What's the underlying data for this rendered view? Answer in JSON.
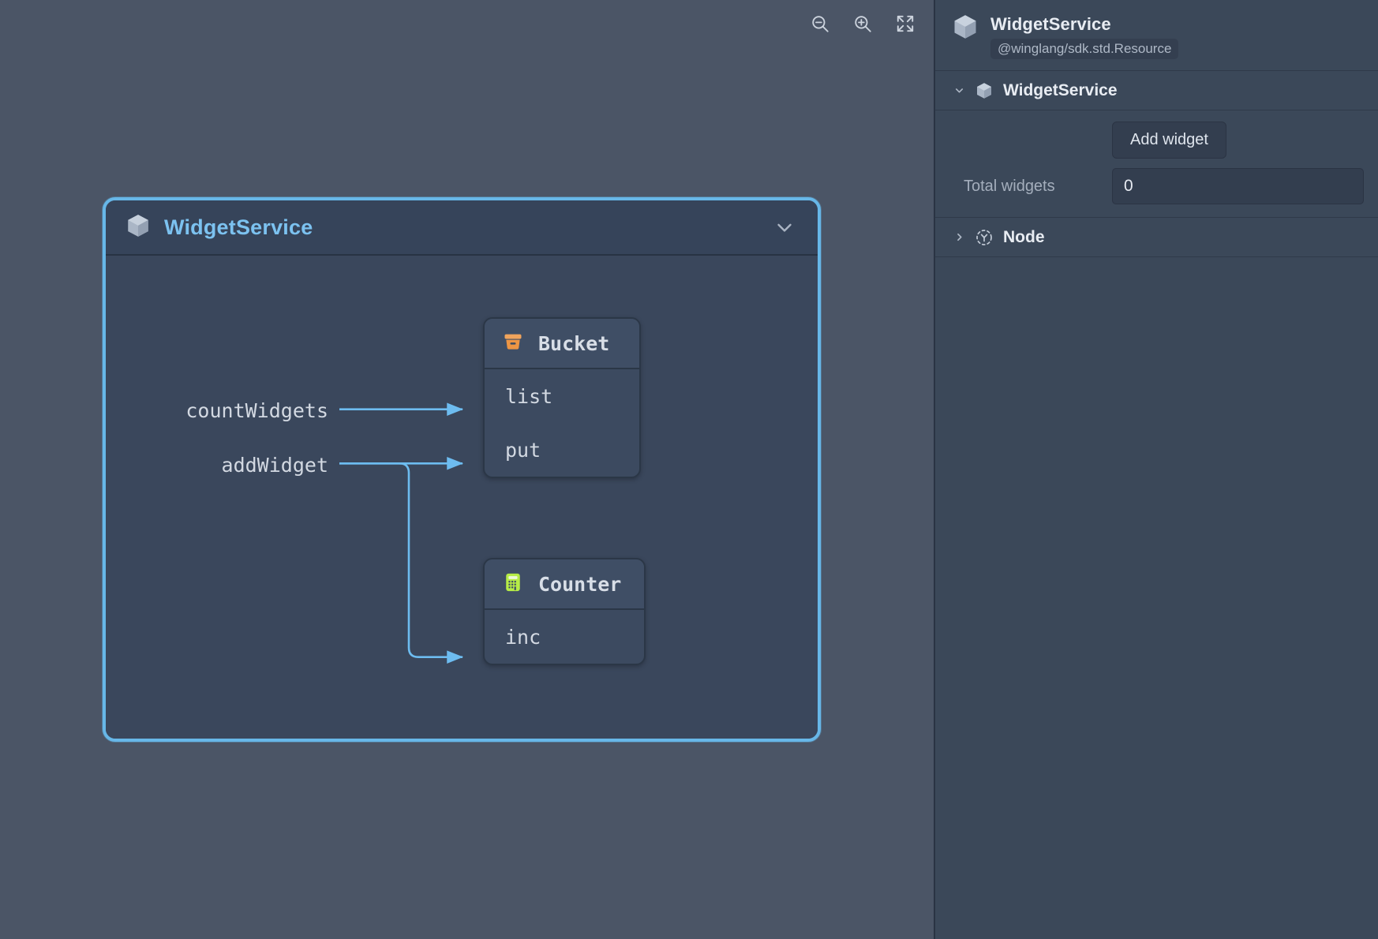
{
  "canvas": {
    "toolbar": [
      {
        "name": "zoom-out-icon",
        "label": "Zoom out"
      },
      {
        "name": "zoom-in-icon",
        "label": "Zoom in"
      },
      {
        "name": "fit-to-screen-icon",
        "label": "Fit to screen"
      }
    ],
    "background_color": "#4b5566",
    "node": {
      "title": "WidgetService",
      "title_color": "#7cc2f0",
      "icon": "cube-icon",
      "selected_border_color": "#67b7e8",
      "collapse_icon": "chevron-down-icon",
      "children": [
        {
          "title": "Bucket",
          "icon": "bucket-icon",
          "icon_color": "#f29d52",
          "rows": [
            "list",
            "put"
          ]
        },
        {
          "title": "Counter",
          "icon": "calculator-icon",
          "icon_color": "#b6ec46",
          "rows": [
            "inc"
          ]
        }
      ],
      "edge_labels": [
        "countWidgets",
        "addWidget"
      ],
      "edge_color": "#6dbcf0"
    }
  },
  "sidebar": {
    "header": {
      "icon": "cube-icon",
      "title": "WidgetService",
      "subtitle": "@winglang/sdk.std.Resource"
    },
    "tree": [
      {
        "label": "WidgetService",
        "icon": "cube-icon",
        "caret": "chevron-down-icon",
        "expanded": true
      },
      {
        "label": "Node",
        "icon": "node-icon",
        "caret": "chevron-right-icon",
        "expanded": false
      }
    ],
    "inspector": {
      "add_widget_label": "Add widget",
      "total_widgets_label": "Total widgets",
      "total_widgets_value": "0"
    }
  }
}
